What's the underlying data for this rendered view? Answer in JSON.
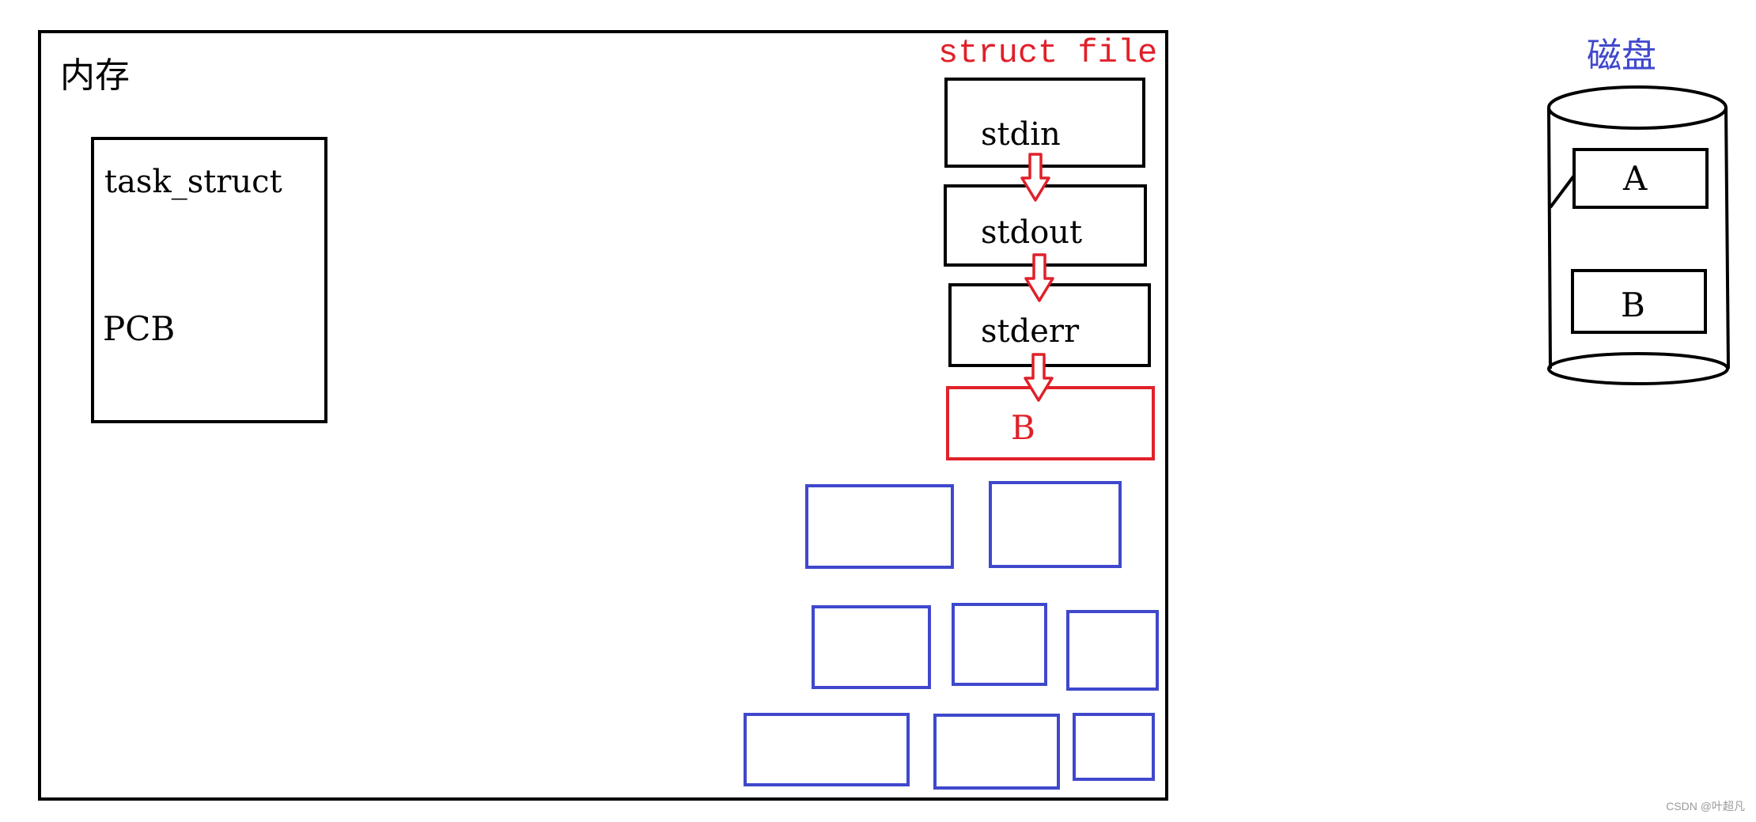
{
  "memory": {
    "label": "内存",
    "pcb": {
      "title": "task_struct",
      "label": "PCB"
    },
    "struct_file": {
      "label": "struct file",
      "entries": [
        "stdin",
        "stdout",
        "stderr"
      ],
      "new_entry": "B"
    },
    "buffer_block_count": 8
  },
  "disk": {
    "label": "磁盘",
    "files": [
      "A",
      "B"
    ]
  },
  "colors": {
    "outline": "#000000",
    "highlight": "#e0202a",
    "buffer": "#3f48cc"
  },
  "watermark": "CSDN @叶超凡"
}
